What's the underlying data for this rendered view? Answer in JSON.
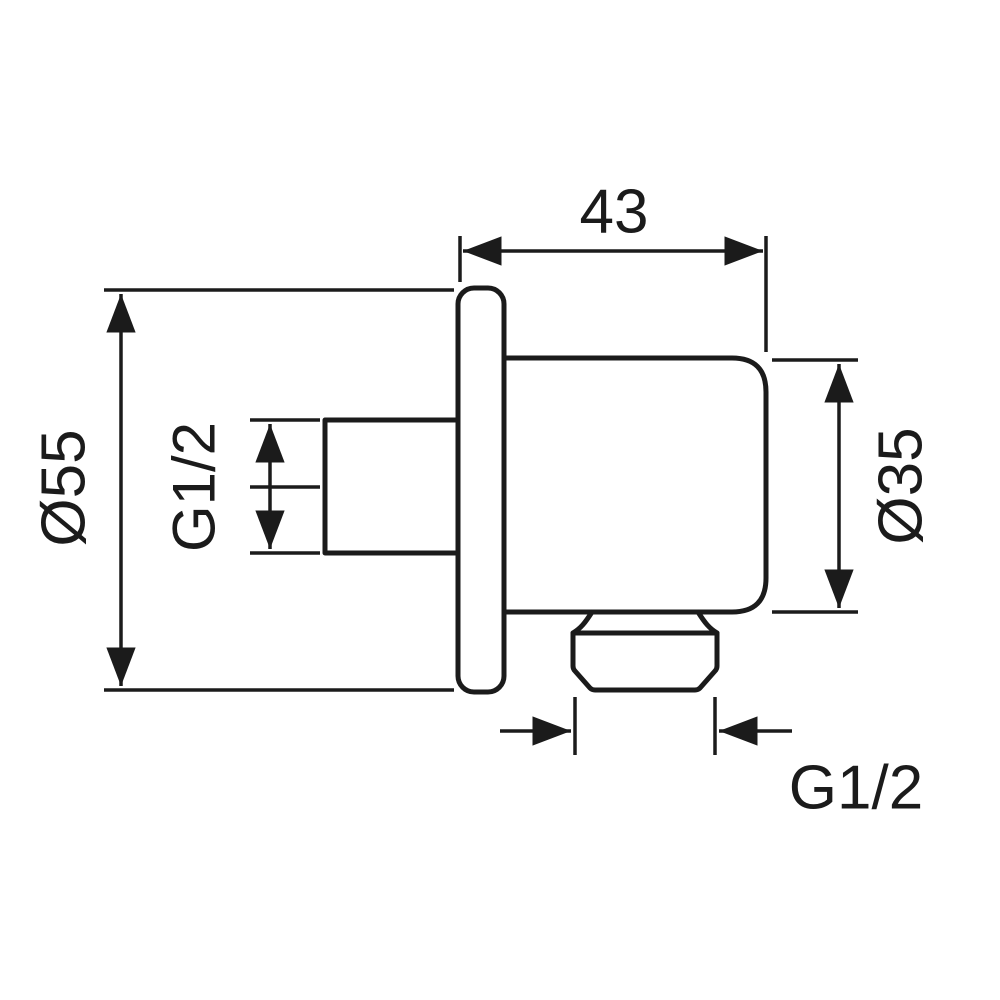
{
  "page": {
    "background": "#ffffff"
  },
  "drawing": {
    "stroke_color": "#1b1b1b",
    "labels": {
      "top_width": "43",
      "flange_diameter": "Ø55",
      "inlet_thread": "G1/2",
      "body_diameter": "Ø35",
      "outlet_thread": "G1/2"
    }
  }
}
